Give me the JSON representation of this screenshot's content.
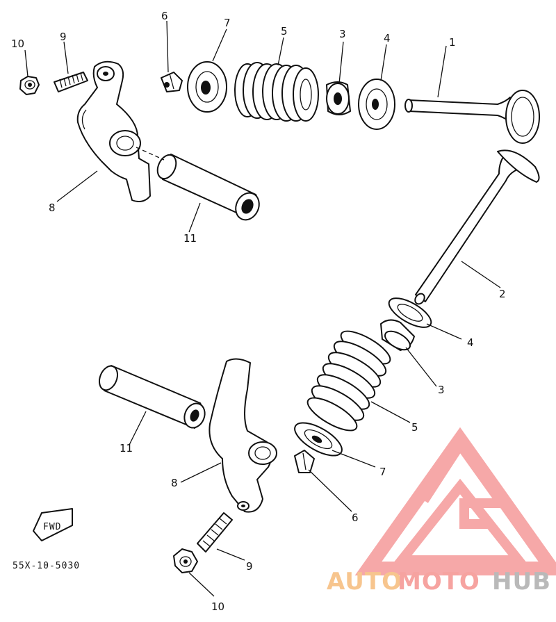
{
  "diagram": {
    "part_code": "55X-10-5030",
    "fwd_label": "FWD",
    "callouts": {
      "p1": "1",
      "p2": "2",
      "p3_top": "3",
      "p3_bot": "3",
      "p4_top": "4",
      "p4_bot": "4",
      "p5_top": "5",
      "p5_bot": "5",
      "p6_top": "6",
      "p6_bot": "6",
      "p7_top": "7",
      "p7_bot": "7",
      "p8_top": "8",
      "p8_bot": "8",
      "p9_top": "9",
      "p9_bot": "9",
      "p10_top": "10",
      "p10_bot": "10",
      "p11_top": "11",
      "p11_bot": "11"
    }
  },
  "watermark": {
    "word_auto": "AUTO",
    "word_moto": "MOTO",
    "word_hub": "HUB",
    "colors": {
      "auto": "#f7c58e",
      "moto": "#f6a3a0",
      "hub": "#b9b9b9",
      "logo": "#f59a9a"
    }
  }
}
